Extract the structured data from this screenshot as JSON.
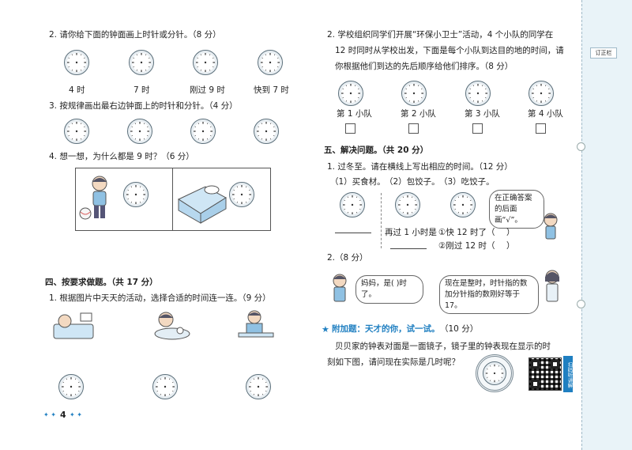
{
  "left": {
    "q2": {
      "title": "2. 请你给下面的钟面画上时针或分针。（8 分）",
      "labels": [
        "4 时",
        "7 时",
        "刚过 9 时",
        "快到 7 时"
      ]
    },
    "q3": {
      "title": "3. 按规律画出最右边钟面上的时针和分针。（4 分）"
    },
    "q4": {
      "title": "4. 想一想，为什么都是 9 时？（6 分）"
    },
    "sec4": {
      "title": "四、按要求做题。（共 17 分）",
      "q1": "1. 根据图片中天天的活动，选择合适的时间连一连。（9 分）"
    },
    "page_number": "4"
  },
  "right": {
    "q2": {
      "title_l1": "2. 学校组织同学们开展“环保小卫士”活动，4 个小队的同学在",
      "title_l2": "12 时同时从学校出发，下面是每个小队到达目的地的时间，请",
      "title_l3": "你根据他们到达的先后顺序给他们排序。（8 分）",
      "teams": [
        "第 1 小队",
        "第 2 小队",
        "第 3 小队",
        "第 4 小队"
      ]
    },
    "sec5": {
      "title": "五、解决问题。（共 20 分）",
      "q1": "1. 过冬至。请在横线上写出相应的时间。（12 分）",
      "steps": [
        "（1）买食材。",
        "（2）包饺子。",
        "（3）吃饺子。"
      ],
      "bubble": "在正确答案的后面画“√”。",
      "after": "再过 1 小时是",
      "opt1": "①快 12 时了（",
      "opt2": "②刚过 12 时（",
      "paren": "）",
      "q2": "2.（8 分）",
      "bubble_left": "妈妈，是(            )时了。",
      "bubble_right": "现在是整时，时针指的数加分针指的数刚好等于 17。"
    },
    "bonus": {
      "title": "附加题：天才的你，试一试。",
      "score": "（10 分）",
      "text_l1": "贝贝家的钟表对面是一面镜子，镜子里的钟表现在显示的时",
      "text_l2": "刻如下图，请问现在实际是几时呢？",
      "qr_label": "扫码听讲解"
    }
  },
  "spine": {
    "tag": "订正栏"
  },
  "colors": {
    "accent": "#1f7fc1",
    "spine_bg": "#e9f3f8"
  }
}
